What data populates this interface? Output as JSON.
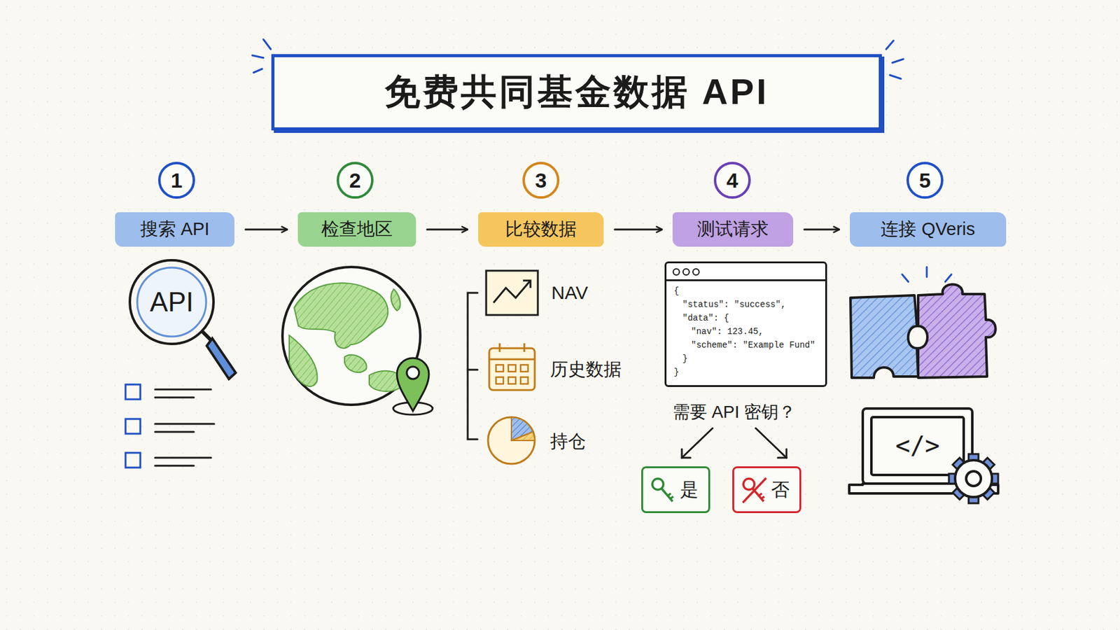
{
  "diagram": {
    "title": "免费共同基金数据 API",
    "nodes": [
      {
        "text": [
          "1"
        ]
      },
      {
        "text": [
          "2"
        ]
      },
      {
        "text": [
          "3"
        ]
      },
      {
        "text": [
          "4"
        ]
      },
      {
        "text": [
          "5"
        ]
      },
      {
        "text": [
          "搜索 API"
        ]
      },
      {
        "text": [
          "检查地区"
        ]
      },
      {
        "text": [
          "比较数据"
        ]
      },
      {
        "text": [
          "测试请求"
        ]
      },
      {
        "text": [
          "连接 QVeris"
        ]
      },
      {
        "text": [
          "{",
          "\"status\": \"success\",",
          "\"data\": {",
          "\"nav\": 123.45,",
          "\"scheme\": \"Example Fund\"",
          "}",
          "}"
        ]
      },
      {
        "text": [
          "是"
        ]
      },
      {
        "text": [
          "否"
        ]
      }
    ],
    "edges": [
      {
        "from": 5,
        "to": 6,
        "arrow": "to"
      },
      {
        "from": 6,
        "to": 7,
        "arrow": "to"
      },
      {
        "from": 7,
        "to": 8,
        "arrow": "to"
      },
      {
        "from": 8,
        "to": 9,
        "arrow": "to"
      }
    ],
    "labels": [
      "API",
      "NAV",
      "历史数据",
      "持仓",
      "需要 API 密钥？",
      "</>"
    ]
  }
}
